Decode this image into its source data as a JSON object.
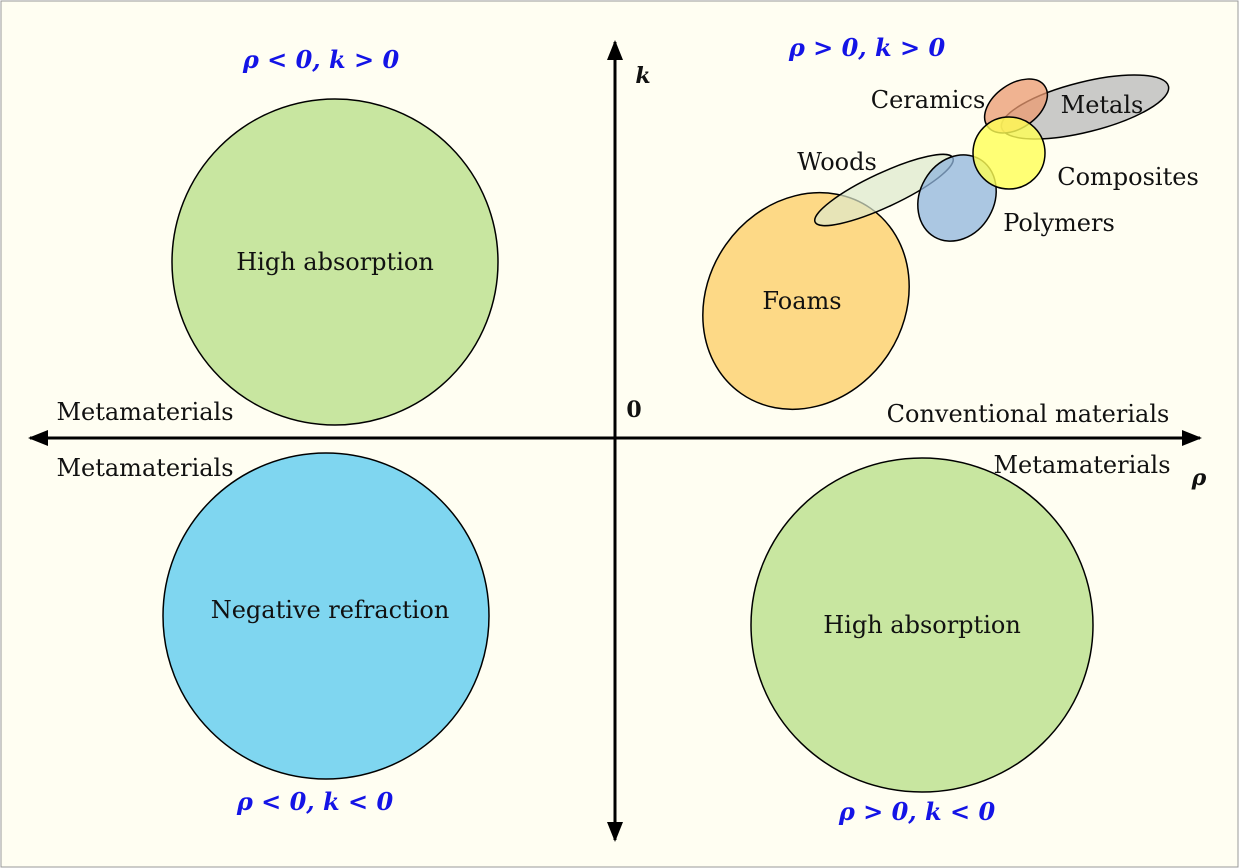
{
  "quadrants": {
    "top_left": "ρ < 0, k > 0",
    "top_right": "ρ > 0, k > 0",
    "bottom_left": "ρ < 0, k < 0",
    "bottom_right": "ρ > 0, k < 0"
  },
  "axes": {
    "y_label": "k",
    "x_label": "ρ",
    "origin": "0"
  },
  "regions": {
    "top_left_circle": "High absorption",
    "bottom_left_circle": "Negative refraction",
    "bottom_right_circle": "High absorption"
  },
  "side_labels": {
    "left_upper": "Metamaterials",
    "left_lower": "Metamaterials",
    "right_upper": "Conventional materials",
    "right_lower": "Metamaterials"
  },
  "materials": {
    "foams": "Foams",
    "woods": "Woods",
    "polymers": "Polymers",
    "composites": "Composites",
    "ceramics": "Ceramics",
    "metals": "Metals"
  },
  "colors": {
    "background": "#fffef2",
    "high_absorption": "#c8e6a0",
    "negative_refraction": "#7fd6f0",
    "foams": "#fdd57a",
    "woods": "#e2ecd4",
    "polymers": "#a4c2e0",
    "composites": "#ffff66",
    "ceramics": "#f0a880",
    "metals": "#c8c8c8",
    "quadrant_text": "#1414e6"
  }
}
